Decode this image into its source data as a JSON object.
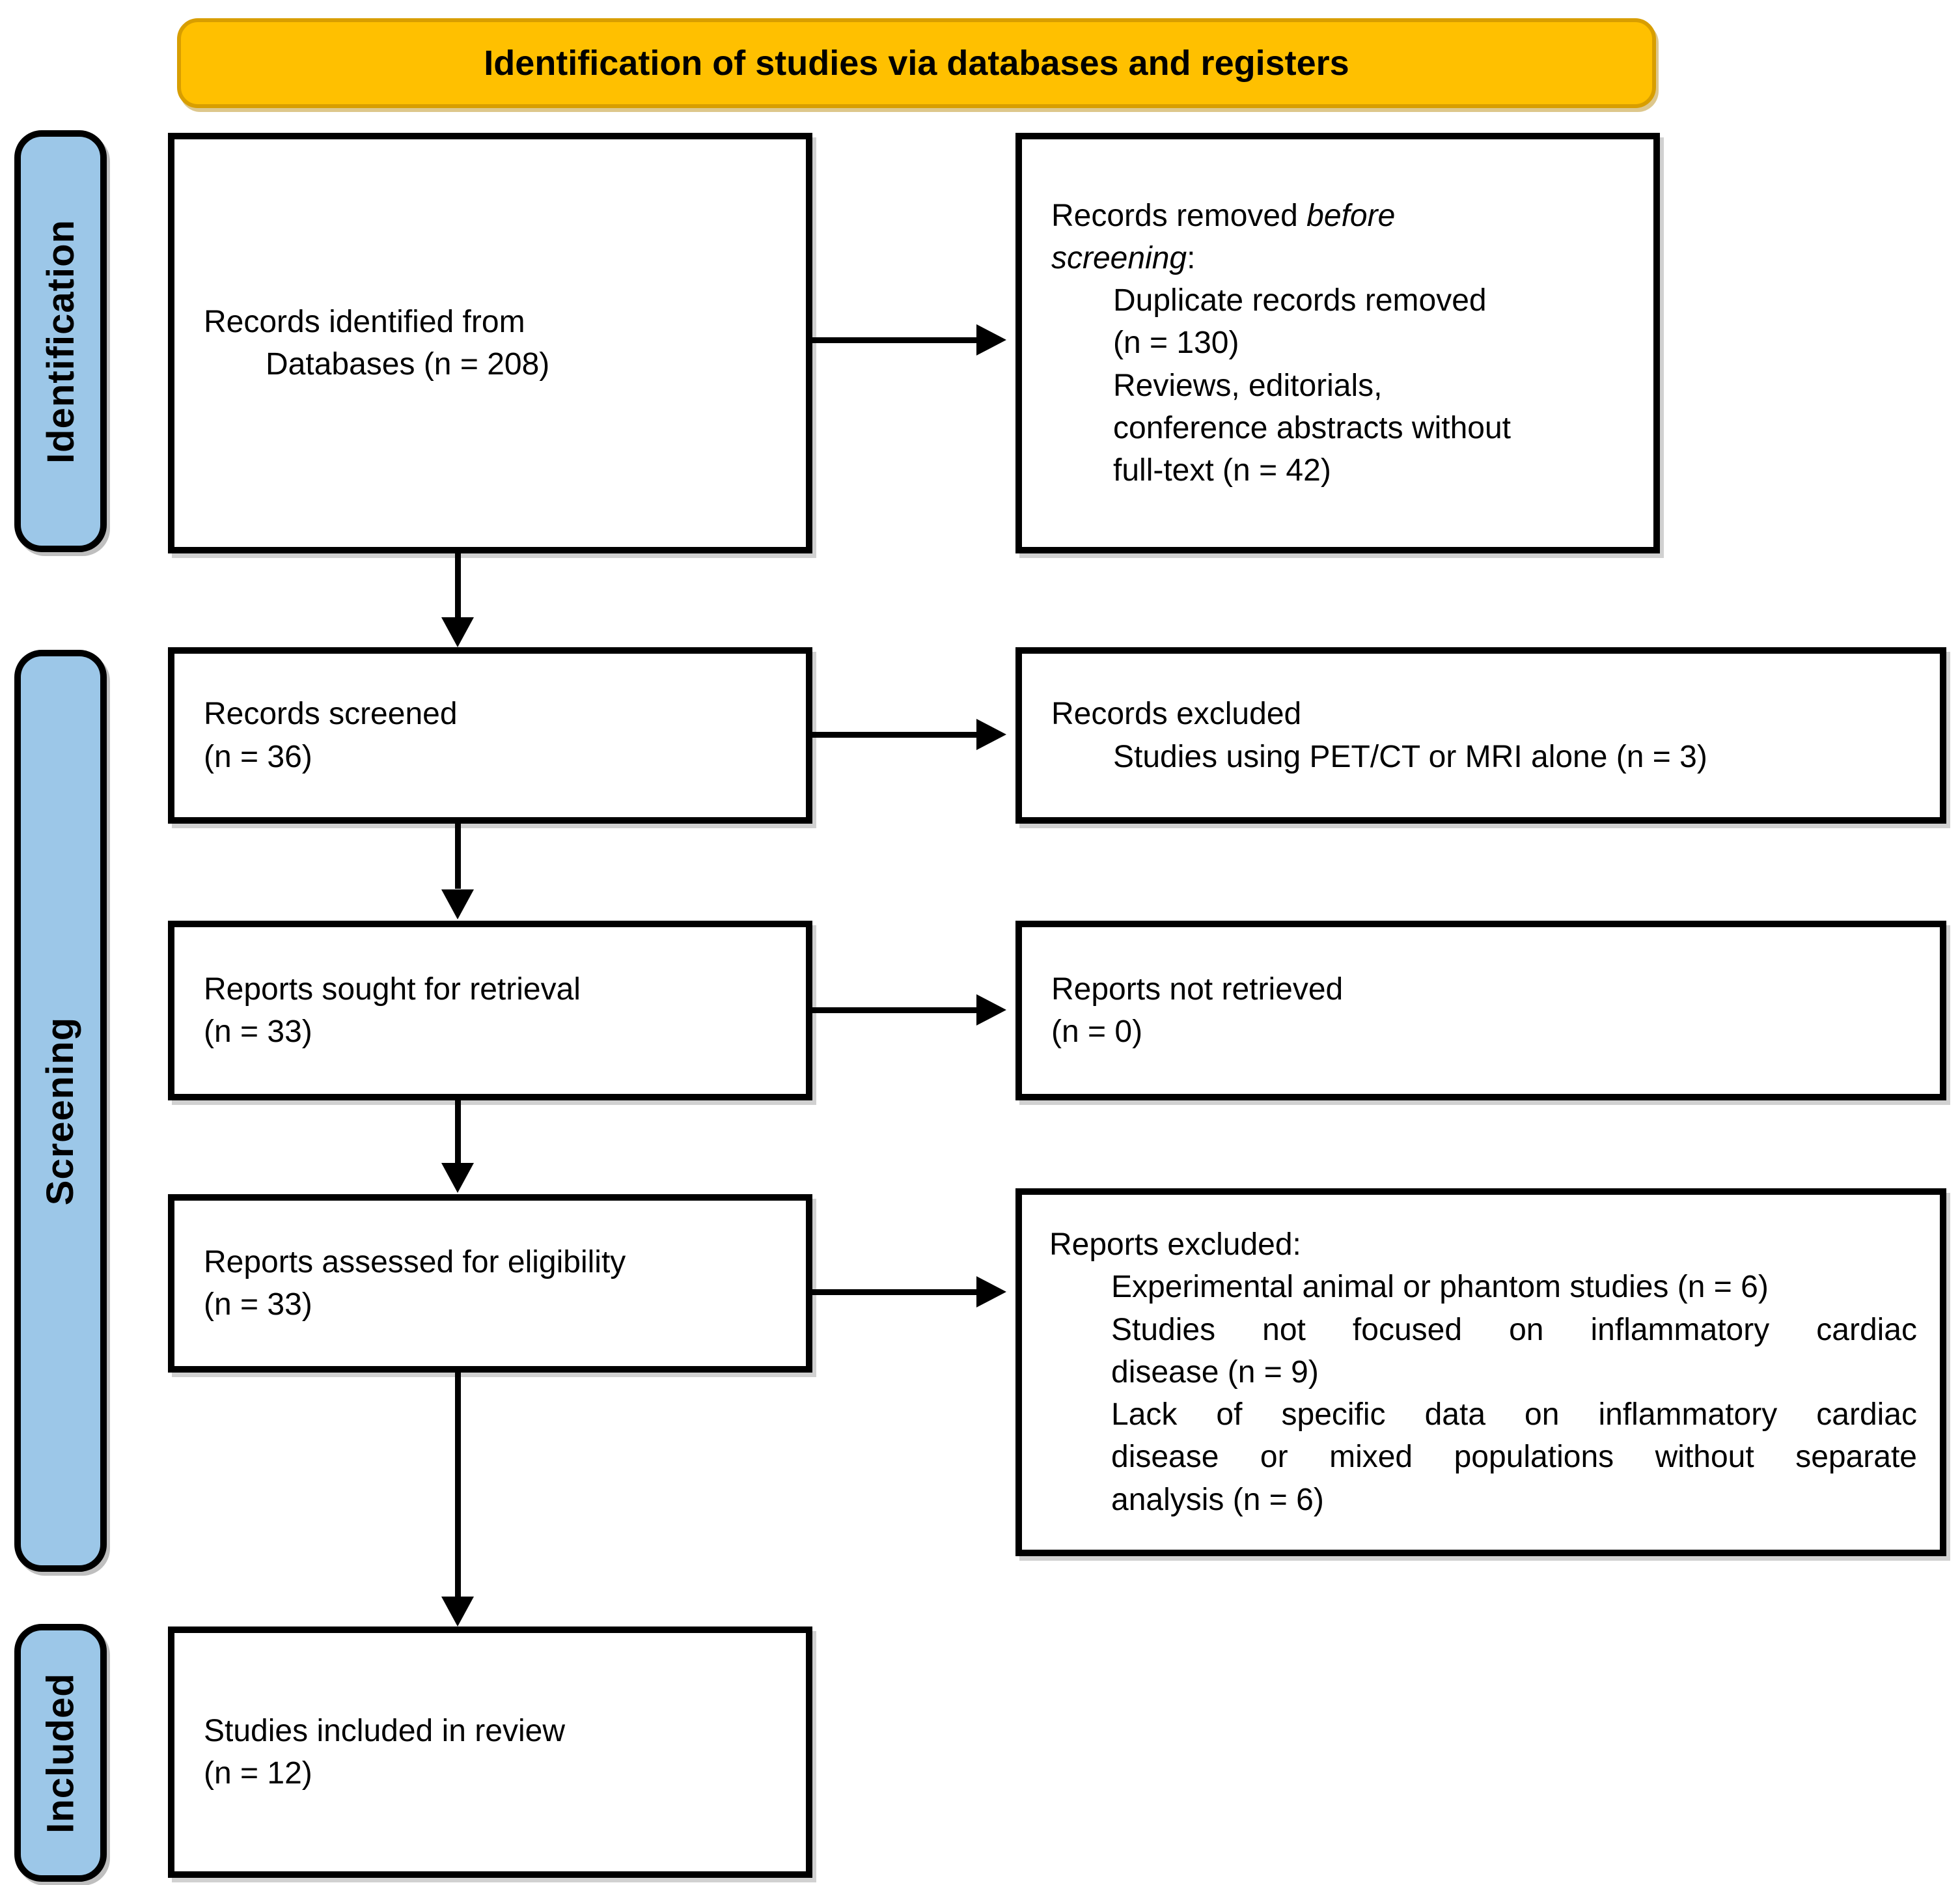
{
  "banner": {
    "label": "Identification of studies via databases and registers",
    "bg_color": "#FFC000",
    "border_color": "#D89E00"
  },
  "rail": {
    "bg_color": "#9CC7E8",
    "items": [
      {
        "label": "Identification"
      },
      {
        "label": "Screening"
      },
      {
        "label": "Included"
      }
    ]
  },
  "flow": {
    "identified": {
      "line1": "Records identified from",
      "line2": "Databases (n = 208)"
    },
    "screened": {
      "line1": "Records screened",
      "line2": "(n = 36)"
    },
    "sought": {
      "line1": "Reports sought for retrieval",
      "line2": "(n = 33)"
    },
    "assessed": {
      "line1": "Reports assessed for eligibility",
      "line2": "(n = 33)"
    },
    "included": {
      "line1": "Studies included in review",
      "line2": "(n = 12)"
    }
  },
  "exclusions": {
    "removed_before_screening": {
      "title_pre": "Records removed ",
      "title_italic1": "before",
      "title_italic2": "screening",
      "title_colon": ":",
      "item_lines": [
        "Duplicate records removed",
        "(n = 130)",
        "Reviews, editorials,",
        "conference abstracts without",
        "full-text (n = 42)"
      ]
    },
    "records_excluded": {
      "title": "Records excluded",
      "item": "Studies using PET/CT or MRI alone (n = 3)"
    },
    "not_retrieved": {
      "line1": "Reports not retrieved",
      "line2": "(n = 0)"
    },
    "reports_excluded": {
      "title": "Reports excluded:",
      "item1_lines": [
        "Experimental animal or phantom studies (n = 6)"
      ],
      "item2_lines": [
        "Studies not focused on inflammatory cardiac",
        "disease (n = 9)"
      ],
      "item3_lines": [
        "Lack of specific data on inflammatory cardiac",
        "disease or mixed populations without separate",
        "analysis (n = 6)"
      ]
    }
  }
}
